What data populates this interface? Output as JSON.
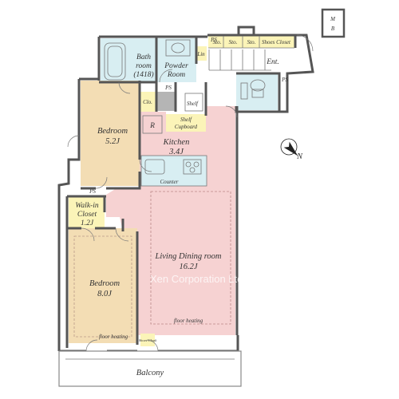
{
  "colors": {
    "wet_room": "#d8eef2",
    "bedroom": "#f3ddb4",
    "living": "#f6d2d2",
    "storage": "#fbf4b8",
    "balcony": "#ffffff",
    "wall": "#555555",
    "gray_box": "#b5b5b5"
  },
  "rooms": {
    "bathroom": {
      "name_1": "Bath",
      "name_2": "room",
      "size": "(1418)"
    },
    "powder": {
      "name_1": "Powder",
      "name_2": "Room"
    },
    "entrance": {
      "name": "Ent."
    },
    "kitchen": {
      "name": "Kitchen",
      "size": "3.4J"
    },
    "bedroom1": {
      "name": "Bedroom",
      "size": "5.2J"
    },
    "bedroom2": {
      "name": "Bedroom",
      "size": "8.0J"
    },
    "wic": {
      "name_1": "Walk-in",
      "name_2": "Closet",
      "size": "1.2J"
    },
    "living": {
      "name": "Living Dining room",
      "size": "16.2J"
    },
    "balcony": {
      "name": "Balcony"
    }
  },
  "labels": {
    "mb_1": "M",
    "mb_2": "B",
    "ps": "PS",
    "lin": "Lin",
    "sto": "Sto.",
    "shoes_closet": "Shoes Closet",
    "clo": "Clo.",
    "shelf": "Shelf",
    "shelf_cupboard_1": "Shelf",
    "shelf_cupboard_2": "Cupboard",
    "refrigerator": "R",
    "counter": "Counter",
    "floor_heating": "floor heating",
    "shoe_cloak": "Shoes Cloak"
  },
  "compass": {
    "letter": "N"
  },
  "watermark": "Xen Corporation Ltd."
}
